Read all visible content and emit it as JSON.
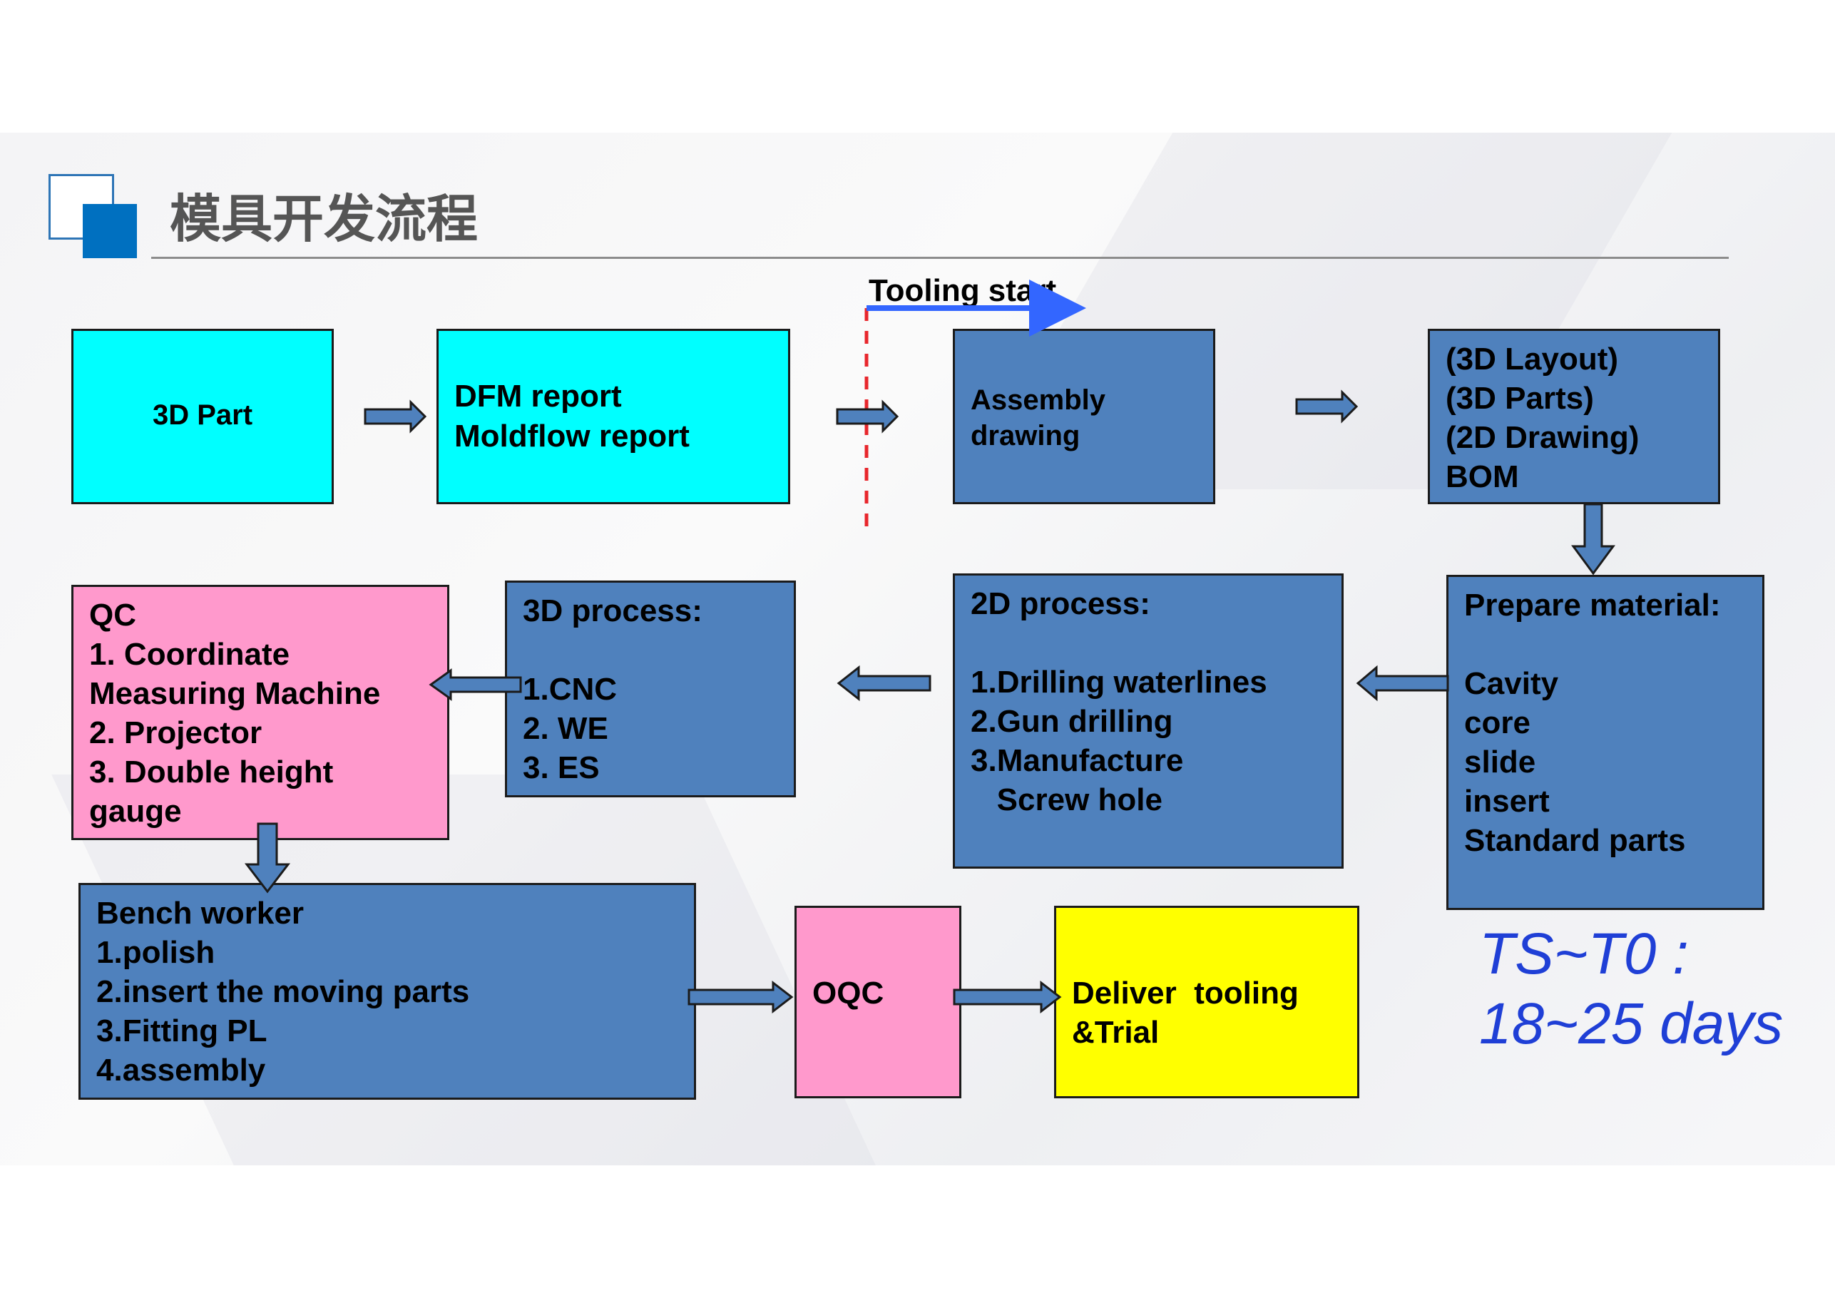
{
  "title": "模具开发流程",
  "tooling_start": "Tooling start",
  "boxes": {
    "part3d": "3D Part",
    "dfm": [
      "DFM report",
      "Moldflow report"
    ],
    "assembly": [
      "Assembly",
      "drawing"
    ],
    "layout": [
      "(3D Layout)",
      "(3D Parts)",
      "(2D Drawing)",
      "BOM"
    ],
    "prepare": [
      "Prepare material:",
      "",
      "Cavity",
      "core",
      "slide",
      "insert",
      "Standard parts"
    ],
    "process2d": [
      "2D process:",
      "",
      "1.Drilling waterlines",
      "2.Gun drilling",
      "3.Manufacture",
      "   Screw hole"
    ],
    "process3d": [
      "3D process:",
      "",
      "1.CNC",
      "2. WE",
      "3. ES"
    ],
    "qc": [
      "QC",
      "1. Coordinate",
      "Measuring Machine",
      "2. Projector",
      "3. Double height",
      "gauge"
    ],
    "bench": [
      "Bench worker",
      "1.polish",
      "2.insert the moving parts",
      "3.Fitting PL",
      "4.assembly"
    ],
    "oqc": "OQC",
    "deliver": [
      "Deliver  tooling",
      "&Trial"
    ]
  },
  "timing": [
    "TS~T0 :",
    "18~25 days"
  ],
  "colors": {
    "blue_box": "#4f81bd",
    "cyan_box": "#00ffff",
    "pink_box": "#ff99cc",
    "yellow_box": "#ffff00",
    "arrow_blue": "#3366ff",
    "dashed_red": "#e8262c",
    "timing_text": "#1f3fd6",
    "logo_blue": "#0070c0"
  }
}
